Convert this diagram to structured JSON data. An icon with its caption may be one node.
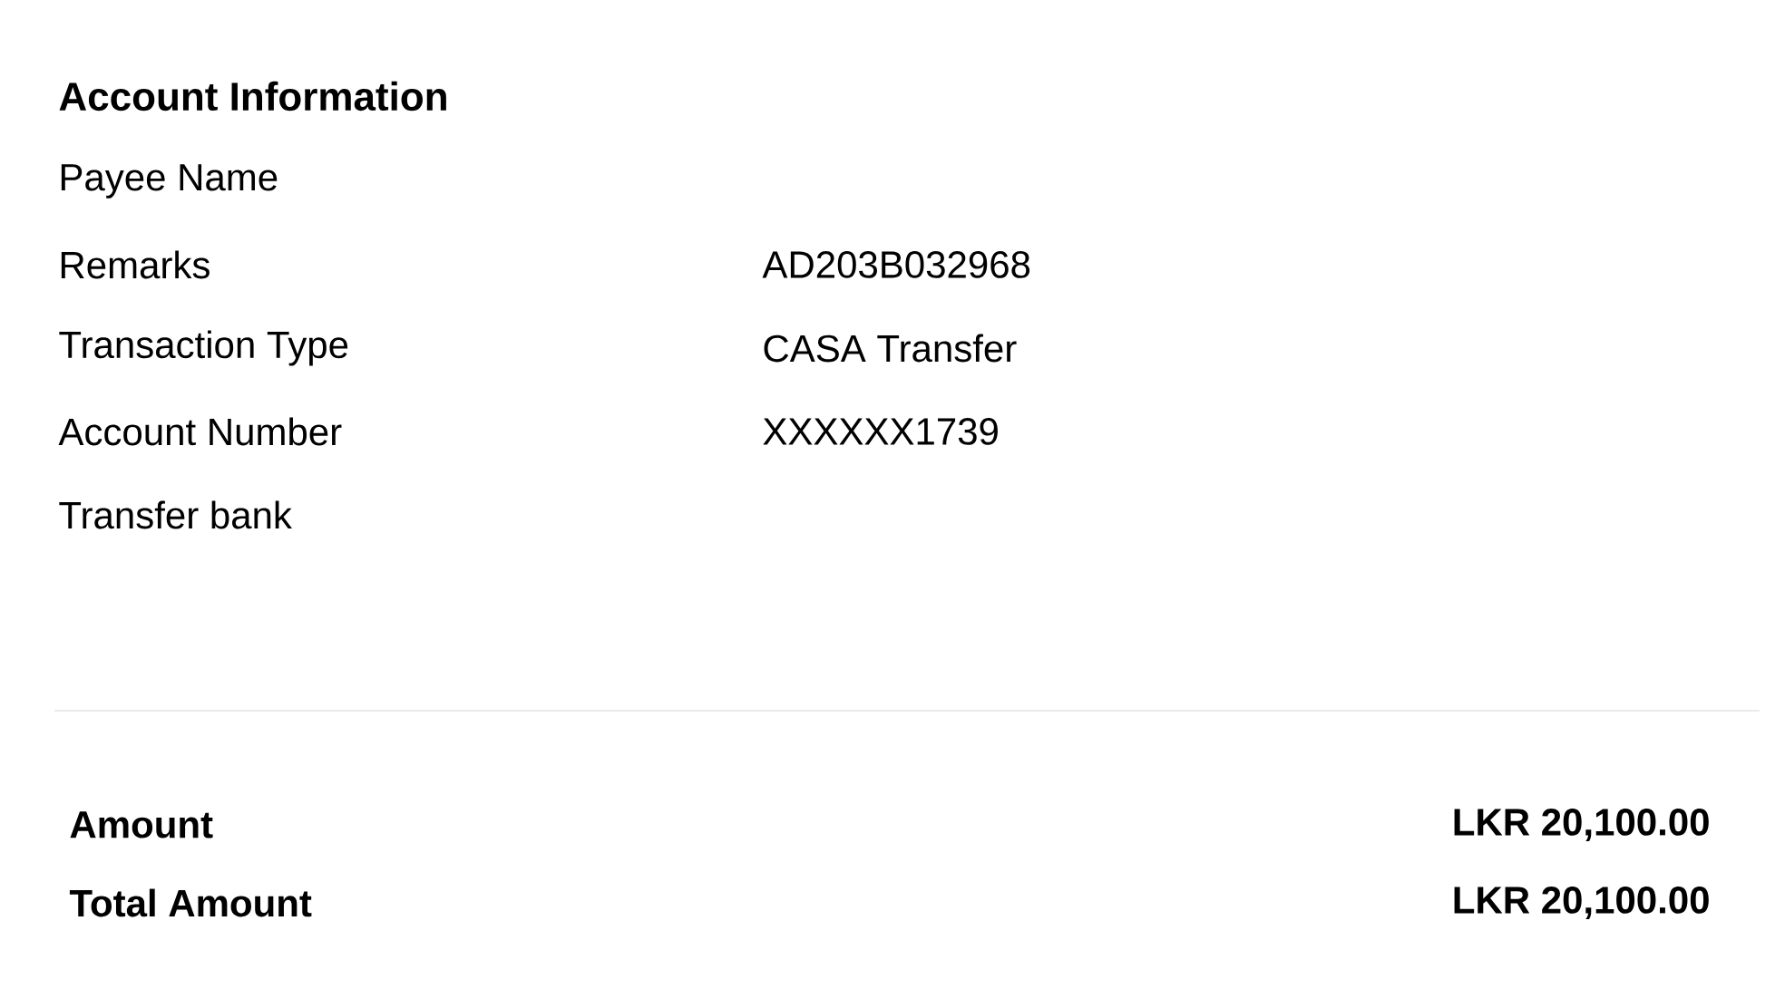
{
  "diagram": {
    "title": "Account Information",
    "labels": [
      "Payee Name",
      "Remarks",
      "AD203B032968",
      "Transaction Type",
      "CASA Transfer",
      "Account Number",
      "XXXXXX1739",
      "Transfer bank",
      "Amount",
      "LKR 20,100.00",
      "Total Amount",
      "LKR 20,100.00"
    ]
  }
}
